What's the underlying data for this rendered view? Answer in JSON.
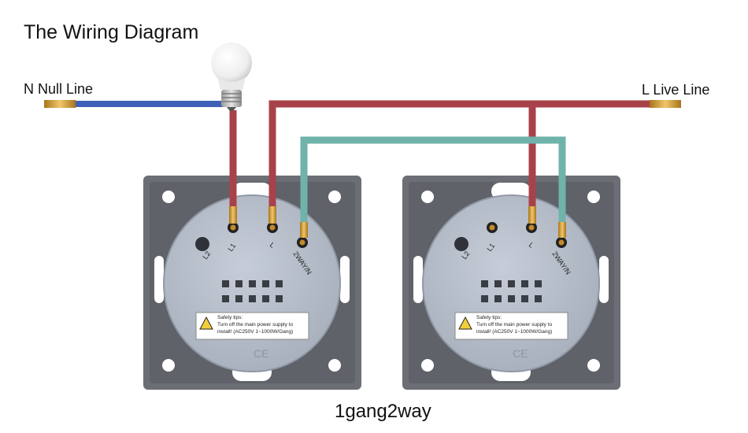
{
  "title": "The Wiring Diagram",
  "null_line_label": "N Null Line",
  "live_line_label": "L Live Line",
  "caption": "1gang2way",
  "wire_colors": {
    "null": "#3f5fb8",
    "live": "#a8424a",
    "traveler": "#6fb3ab",
    "terminal": "#c9921c"
  },
  "switches": [
    {
      "terminals": [
        "L2",
        "L1",
        "L",
        "2WAY/N"
      ],
      "safety": {
        "heading": "Safety tips:",
        "line1": "Turn off the main power supply to",
        "line2": "install! (AC250V 1~1000W/Gang)"
      },
      "mark": "CE"
    },
    {
      "terminals": [
        "L2",
        "L1",
        "L",
        "2WAY/N"
      ],
      "safety": {
        "heading": "Safety tips:",
        "line1": "Turn off the main power supply to",
        "line2": "install! (AC250V 1~1000W/Gang)"
      },
      "mark": "CE"
    }
  ]
}
